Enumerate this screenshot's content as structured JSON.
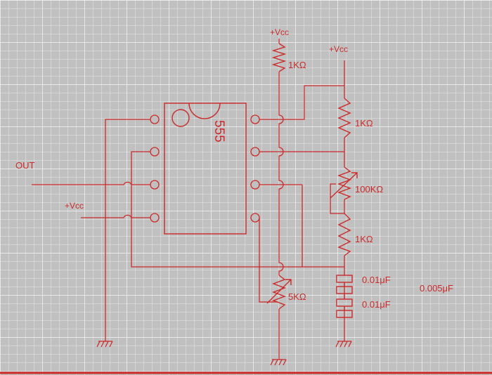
{
  "chip": {
    "label": "555"
  },
  "labels": {
    "vcc_top": "+Vcc",
    "vcc_right": "+Vcc",
    "vcc_left": "+Vcc",
    "out": "OUT",
    "r_top": "1KΩ",
    "r_right_top": "1KΩ",
    "pot_100k": "100KΩ",
    "r_right_bottom": "1KΩ",
    "pot_5k": "5KΩ",
    "cap_upper": "0.01μF",
    "cap_lower": "0.01μF",
    "cap_total": "0.005μF"
  },
  "colors": {
    "background": "#c0c0c0",
    "grid_minor": "#e8e8e8",
    "grid_major": "#ffffff",
    "ink": "#cc2a2a"
  }
}
